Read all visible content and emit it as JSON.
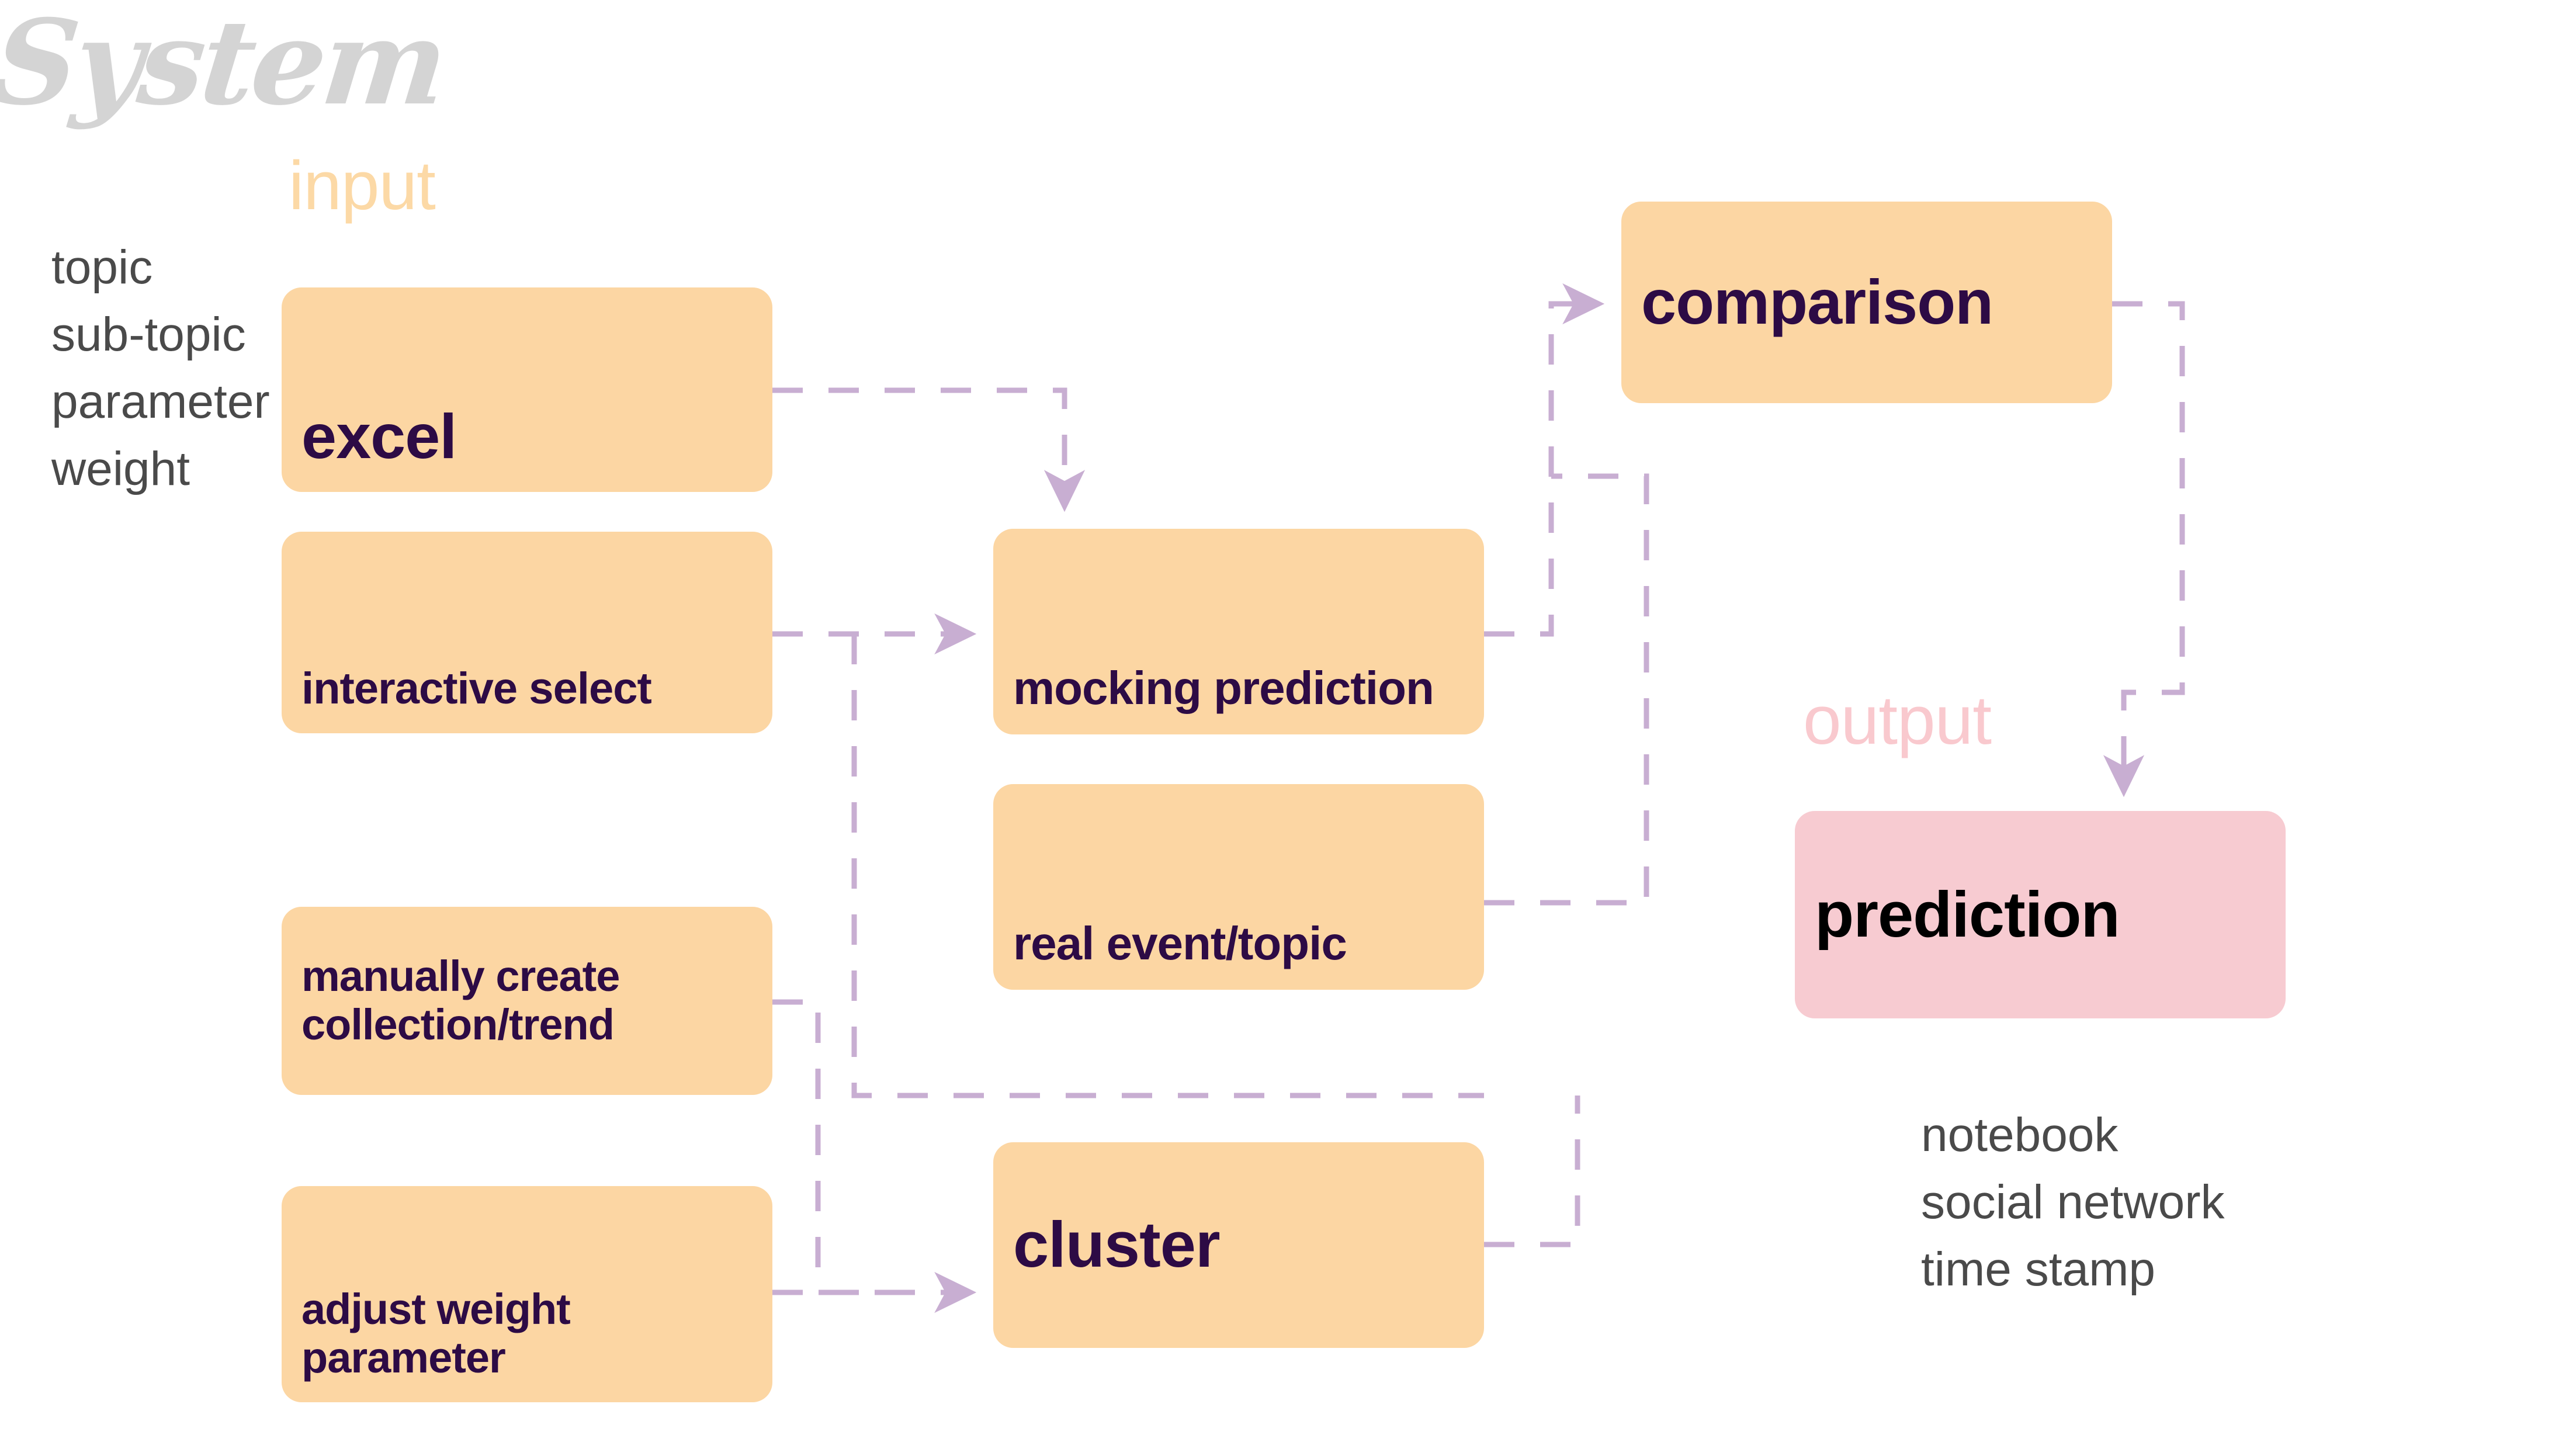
{
  "title": "System",
  "sections": {
    "input_label": "input",
    "output_label": "output"
  },
  "input_attributes": "topic\nsub-topic\nparameter\nweight",
  "output_attributes": "notebook\nsocial network\ntime stamp",
  "nodes": {
    "excel": "excel",
    "interactive_select": "interactive select",
    "manually_create": "manually create\ncollection/trend",
    "adjust_weight": "adjust weight\nparameter",
    "mocking_prediction": "mocking prediction",
    "real_event": "real event/topic",
    "cluster": "cluster",
    "comparison": "comparison",
    "prediction": "prediction"
  },
  "colors": {
    "node_orange": "#fcd6a3",
    "node_pink": "#f7cbd1",
    "node_text_purple": "#2d0b45",
    "node_text_black": "#000000",
    "connector": "#c8aed2",
    "input_label": "#fcd9a6",
    "output_label": "#f9c9ce",
    "annotation_text": "#4a4a4a",
    "title": "#d4d4d4",
    "background": "#ffffff"
  },
  "connections": [
    {
      "from": "excel",
      "to": "mocking-prediction"
    },
    {
      "from": "interactive-select",
      "to": "mocking-prediction"
    },
    {
      "from": "manually-create",
      "to": "cluster"
    },
    {
      "from": "adjust-weight",
      "to": "cluster"
    },
    {
      "from": "mocking-prediction",
      "to": "comparison"
    },
    {
      "from": "real-event",
      "to": "comparison"
    },
    {
      "from": "cluster",
      "to": "comparison"
    },
    {
      "from": "comparison",
      "to": "prediction"
    }
  ]
}
